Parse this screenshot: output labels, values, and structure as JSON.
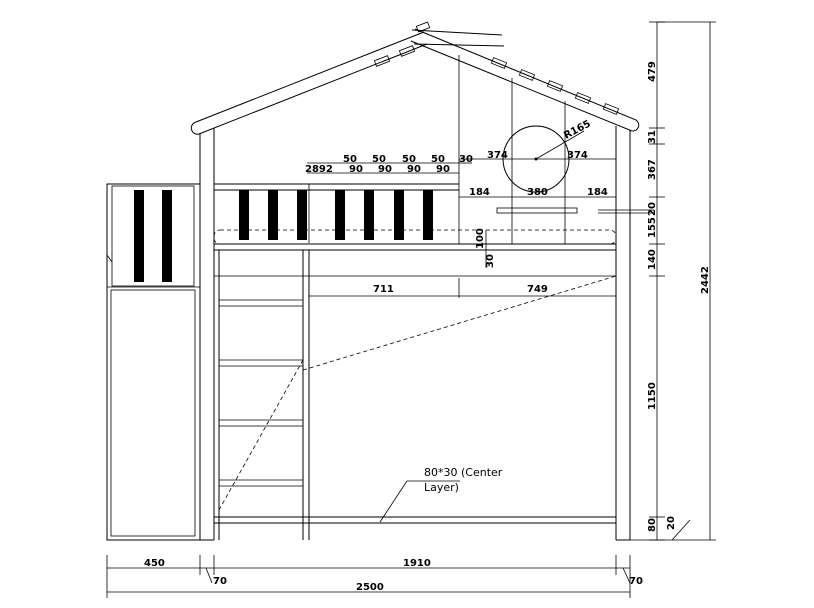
{
  "dimensions": {
    "top_row_50": [
      "50",
      "50",
      "50",
      "50"
    ],
    "top_row_90": [
      "90",
      "90",
      "90",
      "90"
    ],
    "top_row_30": "30",
    "top_row_left": "2892",
    "window_374_left": "374",
    "window_374_right": "374",
    "window_radius": "R165",
    "shelf_left": "184",
    "shelf_center": "380",
    "shelf_right": "184",
    "rail_100": "100",
    "rail_30": "30",
    "span_711": "711",
    "span_749": "749",
    "right_479": "479",
    "right_31": "31",
    "right_367": "367",
    "right_20_top": "20",
    "right_155": "155",
    "right_140": "140",
    "right_1150": "1150",
    "right_80": "80",
    "right_20_bottom": "20",
    "total_height": "2442",
    "bottom_450": "450",
    "bottom_1910": "1910",
    "bottom_70_left": "70",
    "bottom_70_right": "70",
    "bottom_total": "2500"
  },
  "notes": {
    "center_layer_line1": "80*30 (Center",
    "center_layer_line2": "Layer)"
  }
}
